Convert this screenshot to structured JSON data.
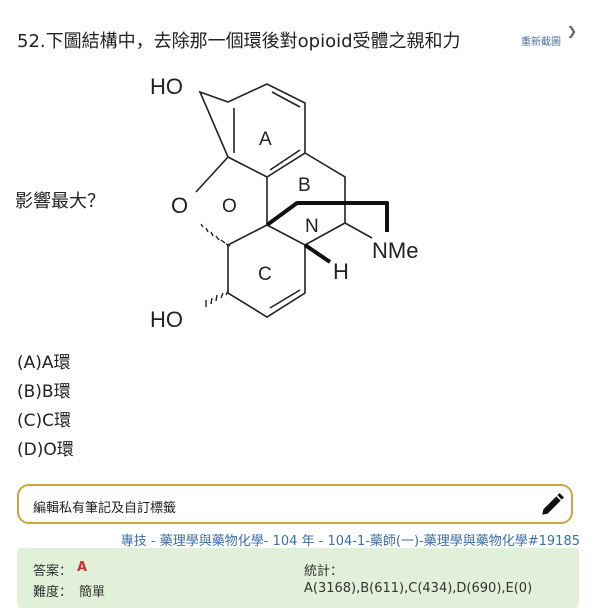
{
  "question": {
    "title": "52.下圖結構中，去除那一個環後對opioid受體之親和力",
    "continuation": "影響最大？",
    "recapture": "重新截圖"
  },
  "structure": {
    "labels": {
      "ho_top": "HO",
      "ho_bottom": "HO",
      "o_ring": "O",
      "ring_a": "A",
      "ring_b": "B",
      "ring_o": "O",
      "ring_n": "N",
      "ring_c": "C",
      "nme": "NMe",
      "h": "H"
    }
  },
  "options": [
    "(A)A環",
    "(B)B環",
    "(C)C環",
    "(D)O環"
  ],
  "note": {
    "label": "編輯私有筆記及自訂標籤"
  },
  "source": "專技 - 藥理學與藥物化學- 104 年 - 104-1-藥師(一)-藥理學與藥物化學#19185",
  "answer": {
    "answer_label": "答案：",
    "answer_value": "A",
    "difficulty_label": "難度：",
    "difficulty_value": "簡單",
    "stats_label": "統計：",
    "stats_value": "A(3168),B(611),C(434),D(690),E(0)",
    "answer_color": "#d32f2f"
  }
}
